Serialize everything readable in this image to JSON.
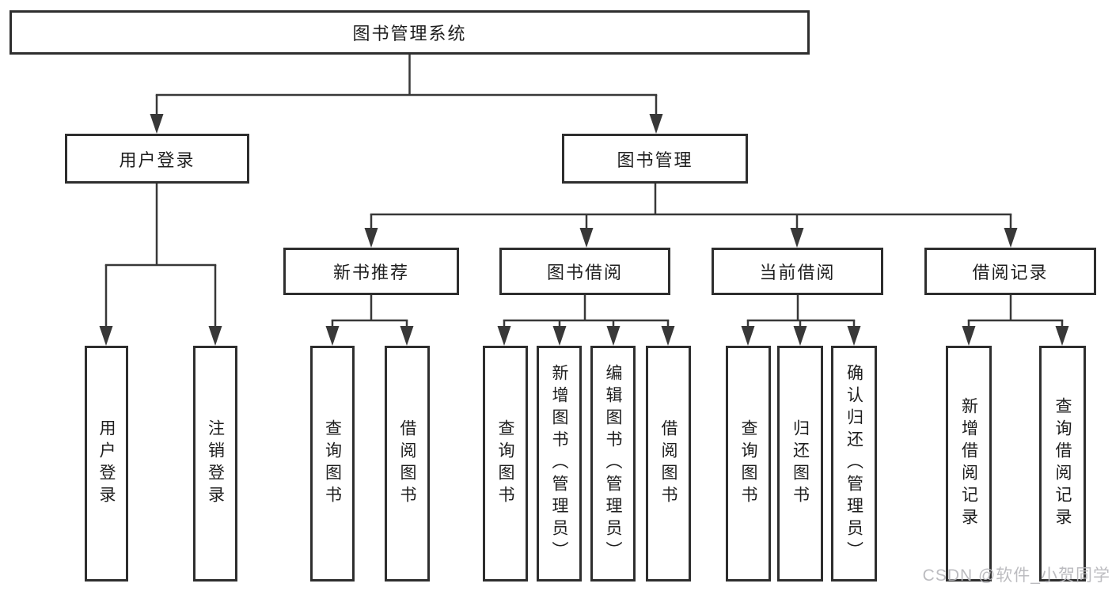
{
  "page": {
    "watermark": "CSDN @软件_小贺同学",
    "colors": {
      "background": "#ffffff",
      "box_border": "#2e2e2e",
      "connector_line": "#383838",
      "text": "#1e1e1e",
      "watermark_text": "#b6b6bb"
    }
  },
  "tree": {
    "root": {
      "label": "图书管理系统",
      "children": [
        {
          "label": "用户登录",
          "children": [
            {
              "label": "用户登录"
            },
            {
              "label": "注销登录"
            }
          ]
        },
        {
          "label": "图书管理",
          "children": [
            {
              "label": "新书推荐",
              "children": [
                {
                  "label": "查询图书"
                },
                {
                  "label": "借阅图书"
                }
              ]
            },
            {
              "label": "图书借阅",
              "children": [
                {
                  "label": "查询图书"
                },
                {
                  "label": "新增图书（管理员）"
                },
                {
                  "label": "编辑图书（管理员）"
                },
                {
                  "label": "借阅图书"
                }
              ]
            },
            {
              "label": "当前借阅",
              "children": [
                {
                  "label": "查询图书"
                },
                {
                  "label": "归还图书"
                },
                {
                  "label": "确认归还（管理员）"
                }
              ]
            },
            {
              "label": "借阅记录",
              "children": [
                {
                  "label": "新增借阅记录"
                },
                {
                  "label": "查询借阅记录"
                }
              ]
            }
          ]
        }
      ]
    }
  }
}
